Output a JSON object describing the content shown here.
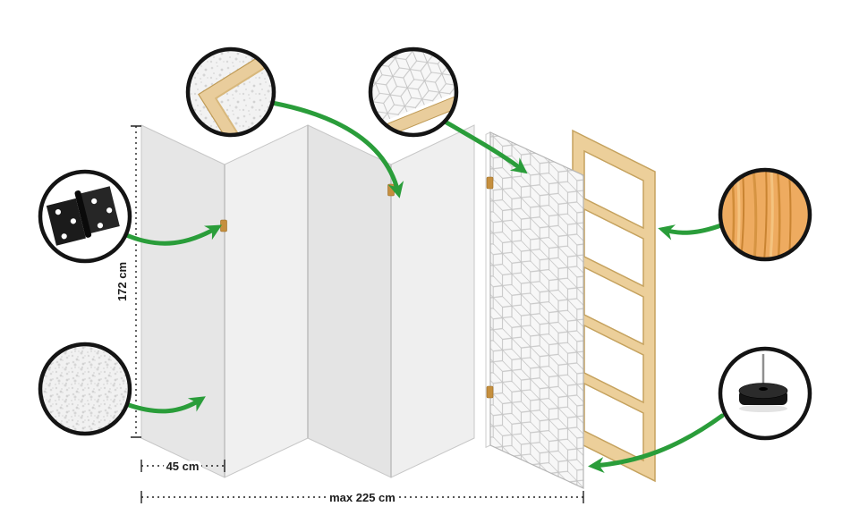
{
  "diagram": {
    "type": "product-construction-diagram",
    "subject": "folding room divider screen",
    "dimension_labels": {
      "height": "172 cm",
      "panel_width": "45 cm",
      "max_width": "max 225 cm"
    },
    "panels": {
      "count": 5,
      "plain_panels": 4,
      "patterned_panels": 1
    },
    "callouts": [
      "canvas-frame-corner",
      "patterned-corner",
      "metal-hinge",
      "fabric-texture",
      "pine-wood-texture",
      "stabilizing-foot"
    ],
    "colors": {
      "accent_green": "#2a9d3a",
      "panel_gray": "#e8e8e8",
      "frame_wood": "#eccf9a",
      "pine_wood": "#eeab60",
      "outline_black": "#141414"
    }
  }
}
